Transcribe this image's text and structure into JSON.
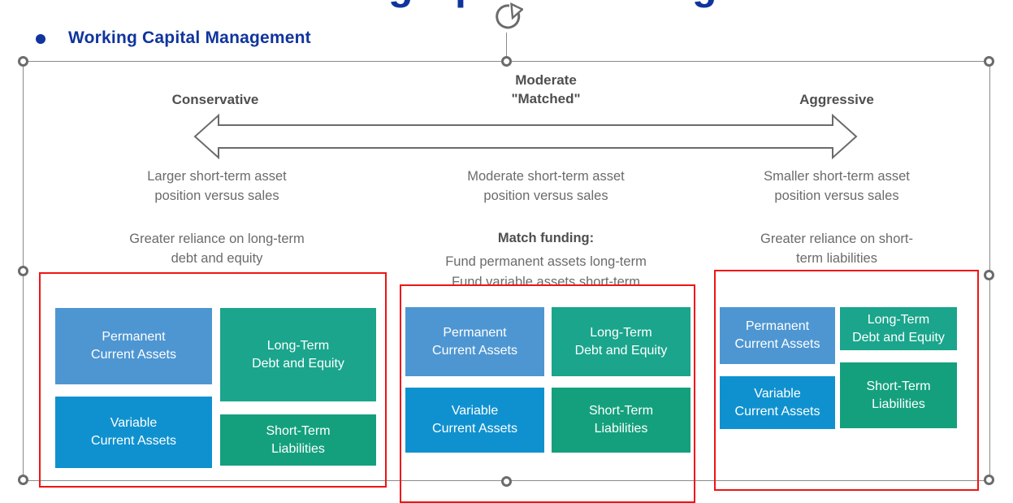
{
  "colors": {
    "title_blue": "#10349E",
    "permanent": "#4E96D2",
    "variable": "#1091CF",
    "long_term": "#1AA58C",
    "short_term": "#14A07D",
    "red_outline": "#F01414",
    "text_dark": "#4F4F4F",
    "text_body": "#6B6B6B",
    "selection_gray": "#6B6B6B"
  },
  "cropped_title": {
    "fragments": [
      "g",
      "p",
      "g"
    ]
  },
  "heading": {
    "text": "Working Capital Management"
  },
  "spectrum": {
    "left_header": "Conservative",
    "center_header_line1": "Moderate",
    "center_header_line2": "\"Matched\"",
    "right_header": "Aggressive"
  },
  "columns": {
    "conservative": {
      "asset_line1": "Larger short-term asset",
      "asset_line2": "position versus sales",
      "funding_line1": "Greater reliance on long-term",
      "funding_line2": "debt and equity"
    },
    "moderate": {
      "asset_line1": "Moderate short-term asset",
      "asset_line2": "position versus sales",
      "funding_title": "Match funding:",
      "funding_line1": "Fund permanent assets long-term",
      "funding_line2": "Fund variable assets short-term"
    },
    "aggressive": {
      "asset_line1": "Smaller short-term asset",
      "asset_line2": "position versus sales",
      "funding_line1": "Greater reliance on short-",
      "funding_line2": "term liabilities"
    }
  },
  "boxes": {
    "permanent": {
      "line1": "Permanent",
      "line2": "Current Assets"
    },
    "long_term": {
      "line1": "Long-Term",
      "line2": "Debt and Equity"
    },
    "variable": {
      "line1": "Variable",
      "line2": "Current Assets"
    },
    "short_term": {
      "line1": "Short-Term",
      "line2": "Liabilities"
    }
  }
}
